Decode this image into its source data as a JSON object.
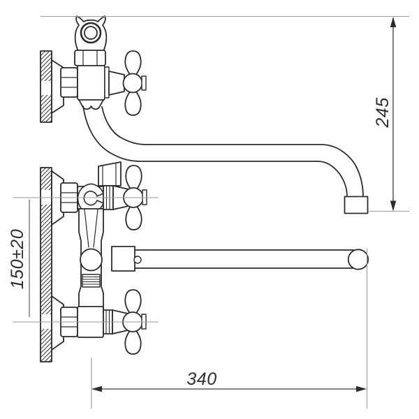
{
  "drawing": {
    "background": "#ffffff",
    "line_color": "#2b2b2b",
    "thin_line_color": "#9a9a9a",
    "dim_color": "#3a3a3a",
    "dimensions": {
      "height_245": {
        "value": "245"
      },
      "spacing_150": {
        "value": "150±20"
      },
      "reach_340": {
        "value": "340"
      }
    }
  }
}
